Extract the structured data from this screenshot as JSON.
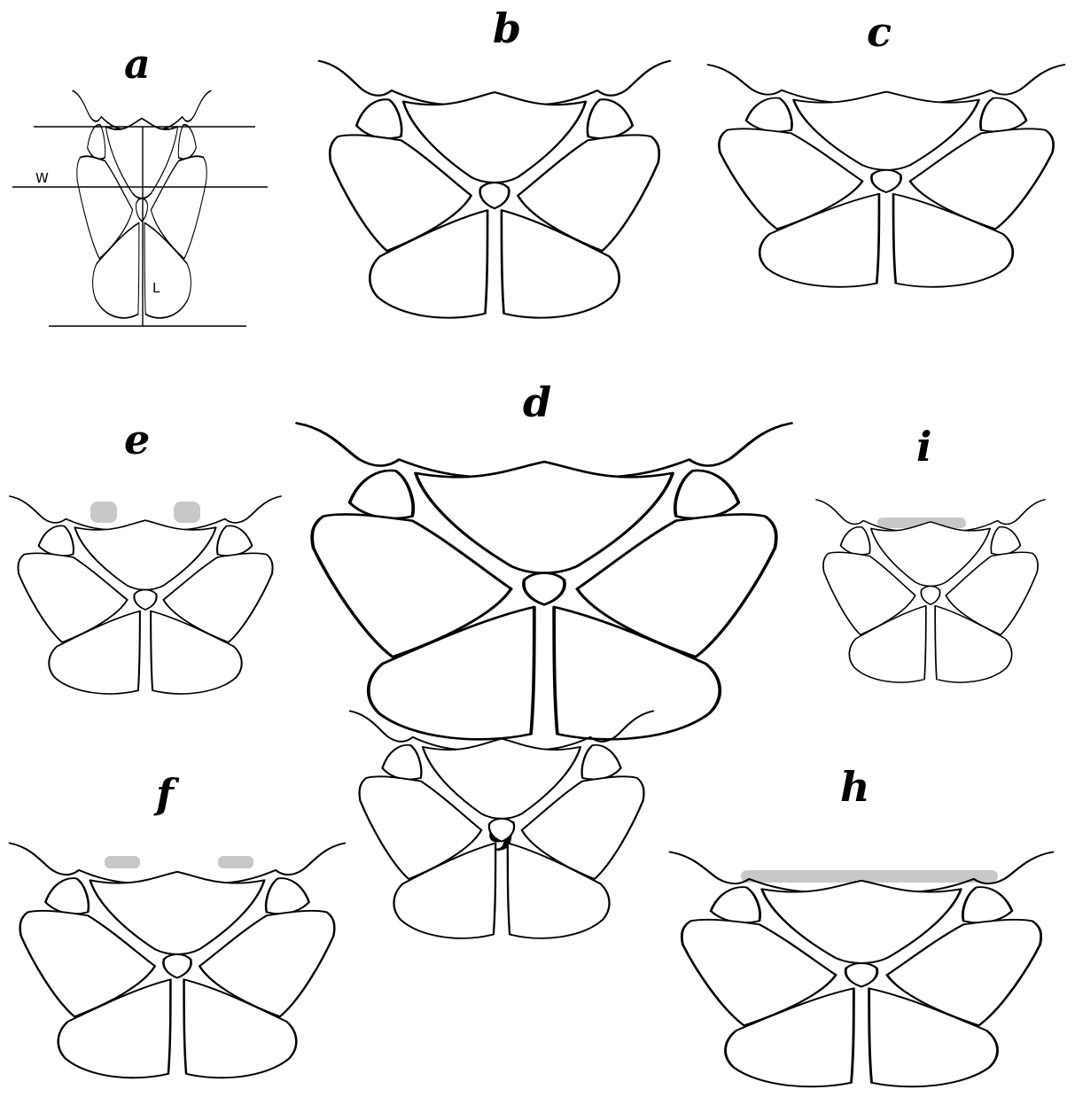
{
  "panels": [
    {
      "id": "a",
      "letter": "a",
      "measure_labels": [
        "W",
        "L"
      ]
    },
    {
      "id": "b",
      "letter": "b"
    },
    {
      "id": "c",
      "letter": "c"
    },
    {
      "id": "d",
      "letter": "d"
    },
    {
      "id": "e",
      "letter": "e"
    },
    {
      "id": "i",
      "letter": "i"
    },
    {
      "id": "f",
      "letter": "f"
    },
    {
      "id": "g",
      "letter": "g"
    },
    {
      "id": "h",
      "letter": "h"
    }
  ],
  "colors": {
    "line": "#000000",
    "background": "#ffffff",
    "stipple": "#9a9a9a"
  }
}
